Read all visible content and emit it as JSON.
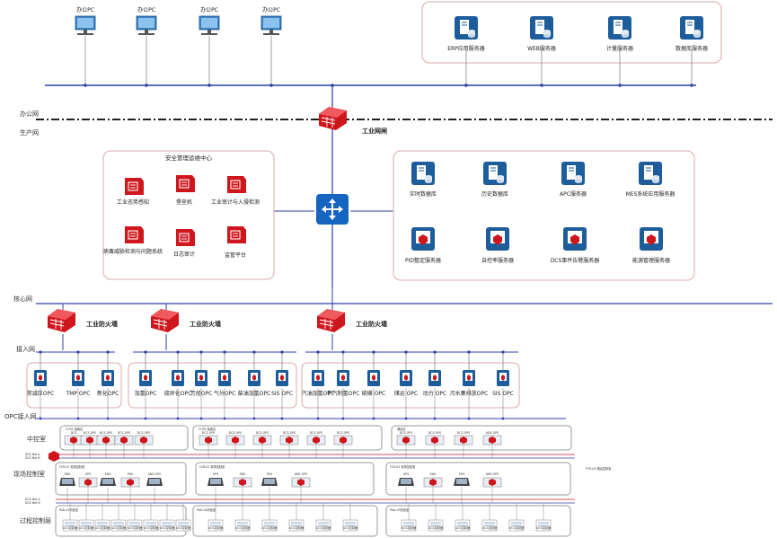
{
  "office_pcs": [
    "办公PC",
    "办公PC",
    "办公PC",
    "办公PC"
  ],
  "office_servers": [
    "ERP应用服务器",
    "WEB服务器",
    "计量服务器",
    "数据库服务器"
  ],
  "zones": {
    "office": "办公网",
    "production": "生产网",
    "core": "核心网",
    "access": "接入网",
    "opc_access": "OPC接入网",
    "control_room": "中控室",
    "field_control": "现场控制室",
    "process_control": "过程控制层"
  },
  "industrial_gateway": "工业网闸",
  "security_center": {
    "title": "安全管理运维中心",
    "items": [
      "工业态势感知",
      "堡垒机",
      "工业审计与入侵检测",
      "病毒威胁检测与问题系统",
      "日志审计",
      "监管平台"
    ]
  },
  "production_servers": [
    "实时数据库",
    "历史数据库",
    "APC服务器",
    "MES系统应用服务器",
    "PID整定服务器",
    "自控率服务器",
    "DCS事件告警服务器",
    "能源管理服务器"
  ],
  "firewalls": [
    "工业防火墙",
    "工业防火墙",
    "工业防火墙"
  ],
  "opc_groups": [
    [
      "常减压OPC",
      "TMP OPC",
      "焦化OPC"
    ],
    [
      "加氢OPC",
      "接异化OPC",
      "芳烃OPC",
      "气分OPC",
      "柴油加氢OPC",
      "SIS OPC"
    ],
    [
      "汽油加氢OPC",
      "干气制氢OPC",
      "硫磺 OPC",
      "储运 OPC",
      "动力 OPC",
      "污水集排放OPC",
      "SIS OPC"
    ]
  ],
  "control_sections": [
    {
      "label": "CCR1 装置区",
      "nodes": [
        "DCS",
        "DCS-OPS",
        "DCS-OPS",
        "DCS-OPS",
        "DCS-OPS"
      ]
    },
    {
      "label": "CCR2 装置区",
      "nodes": [
        "DCS-OPS",
        "DCS-OPS",
        "DCS-OPS",
        "DCS-OPS",
        "DCS-OPS",
        "DCS-OPS"
      ]
    },
    {
      "label": "储运区",
      "nodes": [
        "DCS-OPS",
        "DCS-OPS",
        "DCS-OPS",
        "ADS-OPS"
      ]
    }
  ],
  "field_sections": [
    {
      "label": "FCR-01 现场控制室",
      "nodes": [
        "ENG",
        "OPS",
        "ENG",
        "PHS",
        "ANS-OPS"
      ]
    },
    {
      "label": "FCR-02 现场控制室",
      "nodes": [
        "OPS",
        "ENG",
        "PHS",
        "ANS-OPS"
      ]
    },
    {
      "label": "FCR-03 现场控制室",
      "nodes": [
        "OPS",
        "ENG",
        "PHS",
        "ANS-OPS"
      ]
    }
  ],
  "field_extra_label": "FCR-04 储运控制室",
  "net_labels": [
    "DCS Net A",
    "DCS Net B"
  ],
  "process_sections": [
    {
      "label": "PAD-01机柜室",
      "cabinets": [
        "DCS控制器",
        "DCS控制器",
        "DCS控制器",
        "DCS控制器",
        "DCS控制器",
        "DCS控制器",
        "DCS控制器",
        "DCS控制器"
      ]
    },
    {
      "label": "PAD-02机柜室",
      "cabinets": [
        "DCS控制器",
        "DCS控制器",
        "DCS控制器",
        "DCS控制器",
        "DCS控制器",
        "DCS控制器"
      ]
    },
    {
      "label": "PAD-03机柜室",
      "cabinets": [
        "DCS控制器",
        "DCS控制器",
        "DCS控制器",
        "DCS控制器",
        "DCS控制器",
        "DCS控制器"
      ]
    }
  ],
  "colors": {
    "accent_red": "#d0161d",
    "line_blue": "#2c3ea8",
    "server_blue": "#1d5d9b",
    "frame": "#d9a9a9"
  }
}
